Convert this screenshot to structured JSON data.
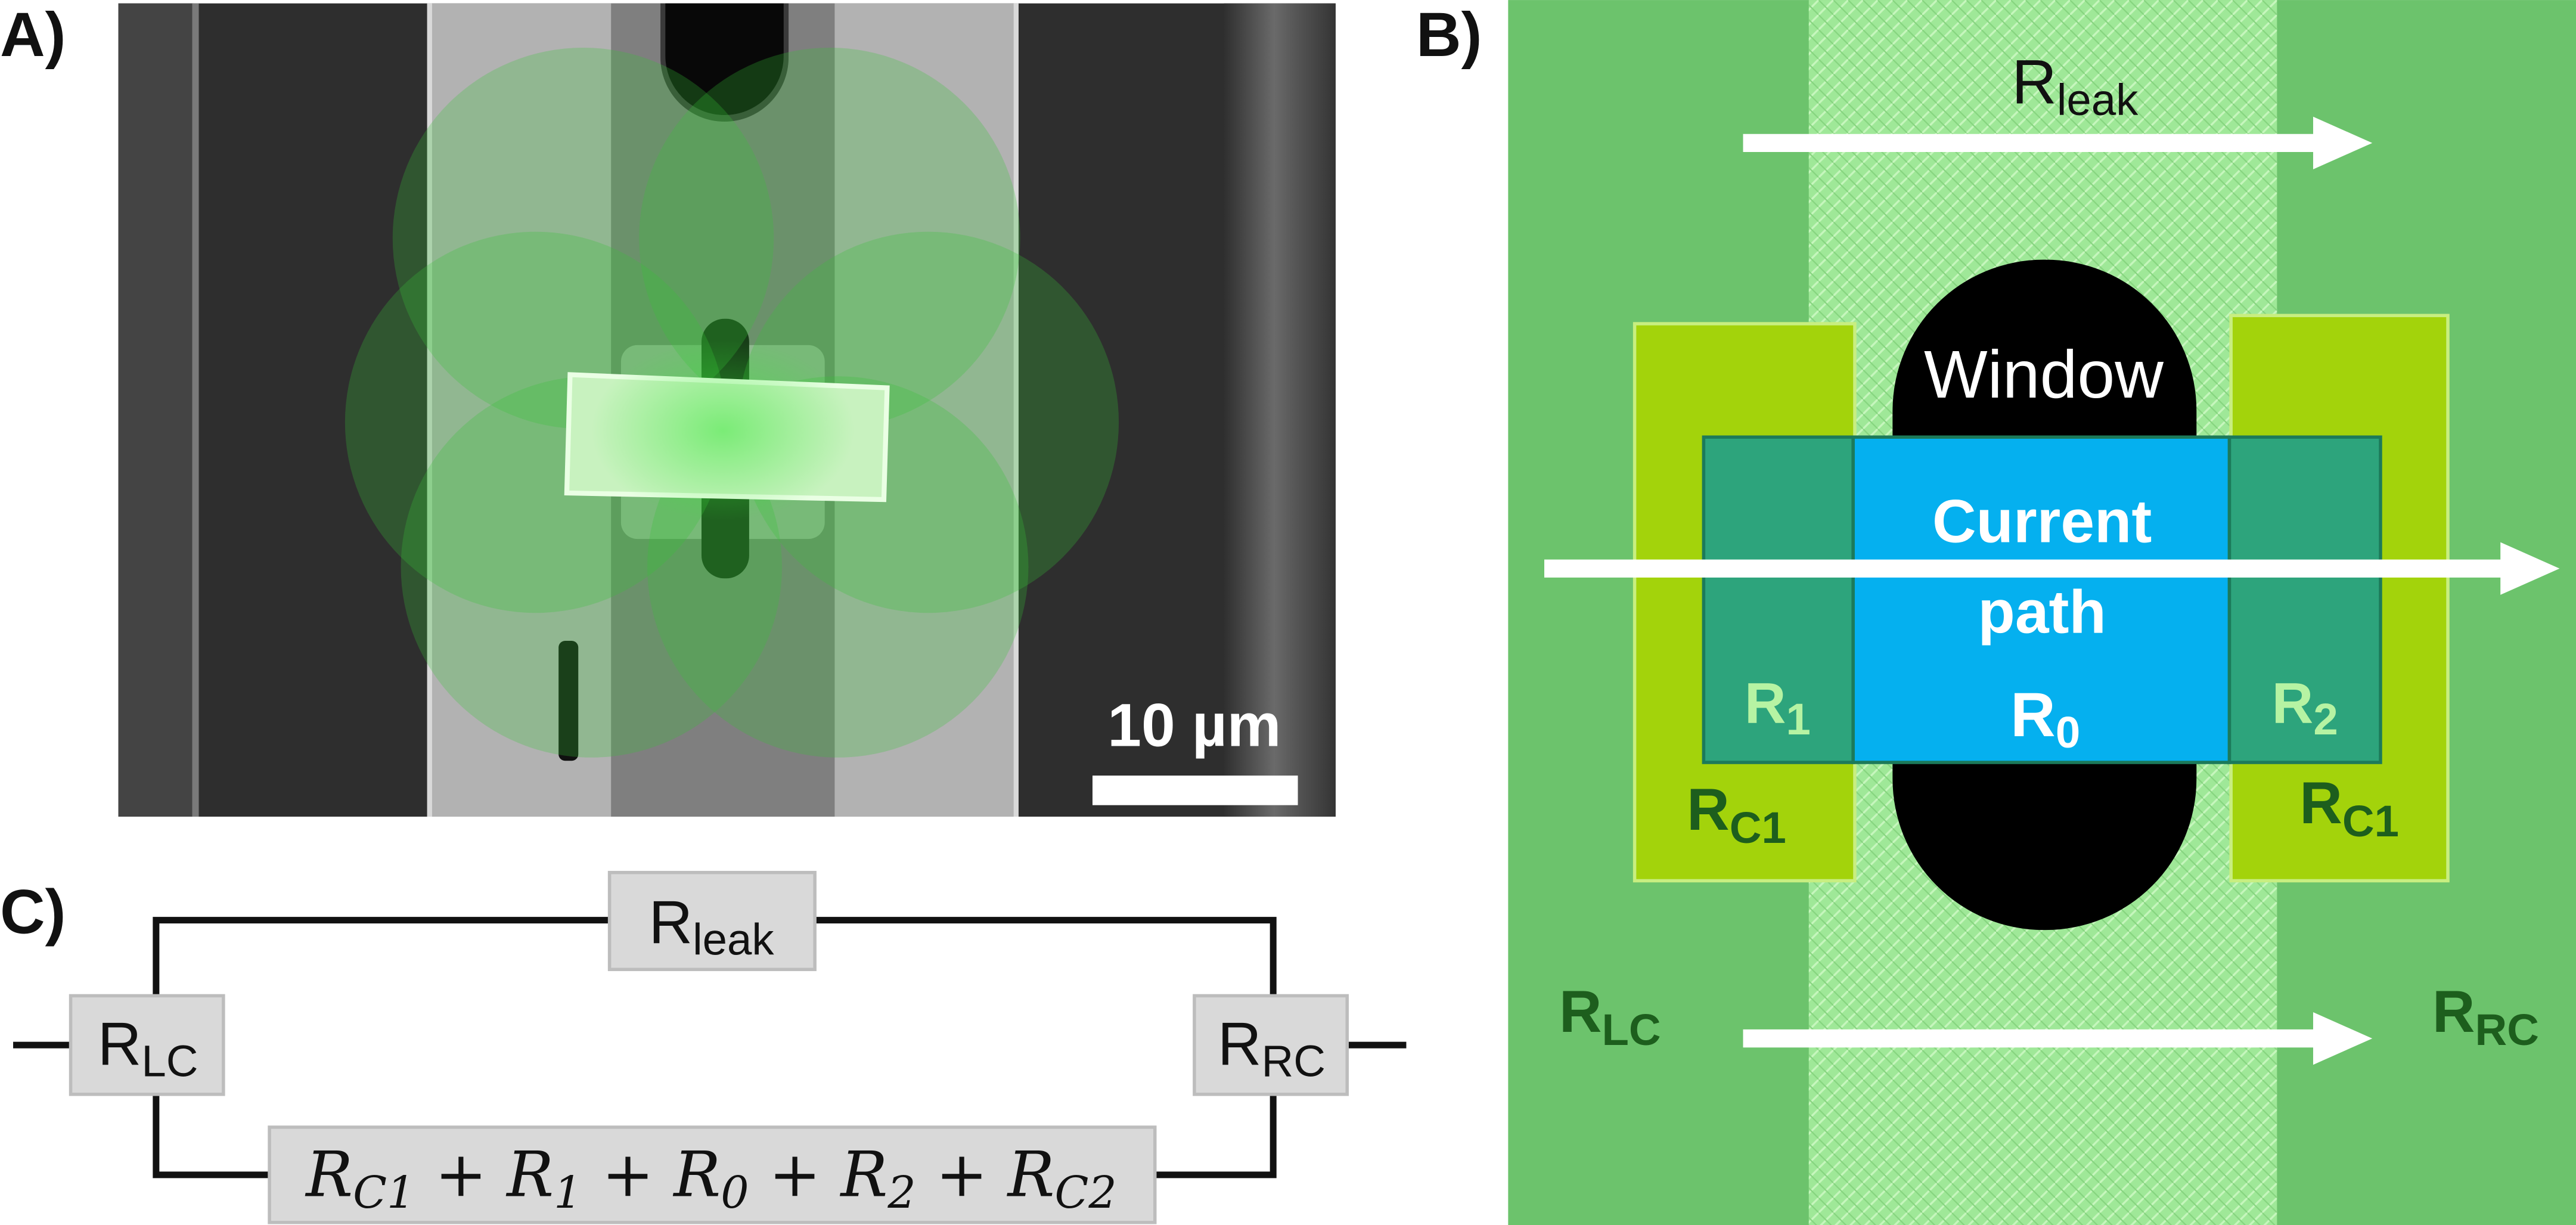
{
  "panel_labels": {
    "a": "A)",
    "b": "B)",
    "c": "C)"
  },
  "panel_a": {
    "scale_bar_label": "10 µm"
  },
  "panel_b": {
    "r_leak": {
      "symbol": "R",
      "sub": "leak"
    },
    "window": "Window",
    "current_path": [
      "Current",
      "path"
    ],
    "r0": {
      "symbol": "R",
      "sub": "0"
    },
    "r1": {
      "symbol": "R",
      "sub": "1"
    },
    "r2": {
      "symbol": "R",
      "sub": "2"
    },
    "rc1_left": {
      "symbol": "R",
      "sub": "C1"
    },
    "rc1_right": {
      "symbol": "R",
      "sub": "C1"
    },
    "r_lc": {
      "symbol": "R",
      "sub": "LC"
    },
    "r_rc": {
      "symbol": "R",
      "sub": "RC"
    }
  },
  "panel_c": {
    "r_leak": {
      "symbol": "R",
      "sub": "leak"
    },
    "r_lc": {
      "symbol": "R",
      "sub": "LC"
    },
    "r_rc": {
      "symbol": "R",
      "sub": "RC"
    },
    "series_sum": {
      "terms": [
        {
          "symbol": "R",
          "sub": "C1"
        },
        {
          "symbol": "R",
          "sub": "1"
        },
        {
          "symbol": "R",
          "sub": "0"
        },
        {
          "symbol": "R",
          "sub": "2"
        },
        {
          "symbol": "R",
          "sub": "C2"
        }
      ],
      "operator": "+"
    }
  },
  "colors": {
    "overlay_green": "#39c539",
    "substrate_green": "#6cc36c",
    "leak_strip_green": "#9fe898",
    "contact_yellow_green": "#a3d30b",
    "electrode_teal": "#2da47c",
    "current_path_blue": "#05b0ef",
    "window_black": "#000000",
    "resistor_box_grey": "#d9d9d9"
  }
}
